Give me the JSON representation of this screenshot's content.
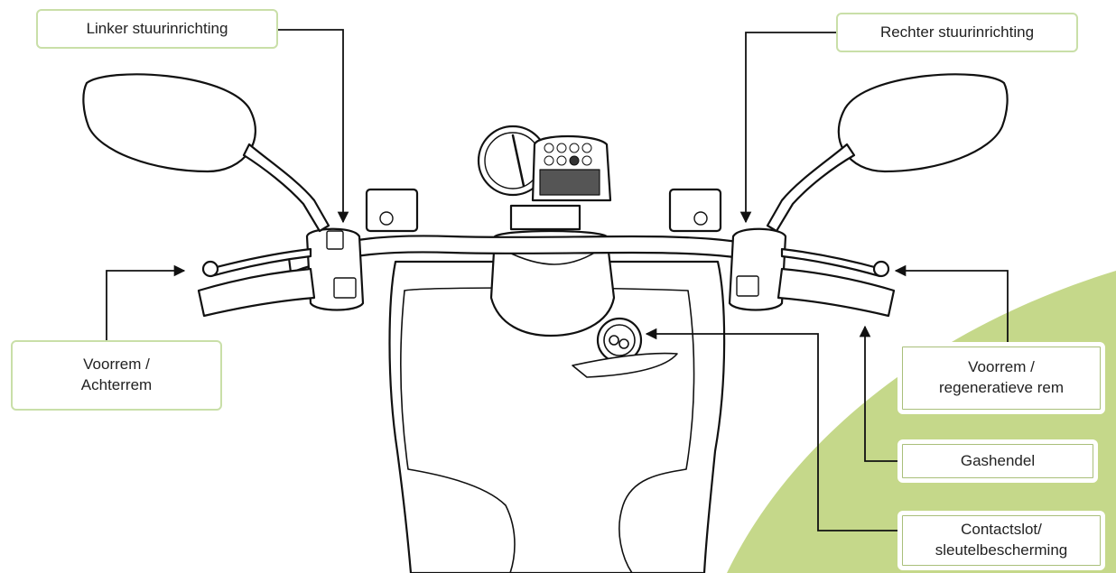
{
  "colors": {
    "accent_green": "#c5d88a",
    "callout_border": "#c9dfa8",
    "line": "#111111"
  },
  "labels": {
    "left_steering": "Linker stuurinrichting",
    "right_steering": "Rechter stuurinrichting",
    "front_rear_brake": "Voorrem /\nAchterrem",
    "front_regen_brake": "Voorrem /\nregeneratieve rem",
    "throttle": "Gashendel",
    "ignition": "Contactslot/\nsleutelbescherming"
  }
}
